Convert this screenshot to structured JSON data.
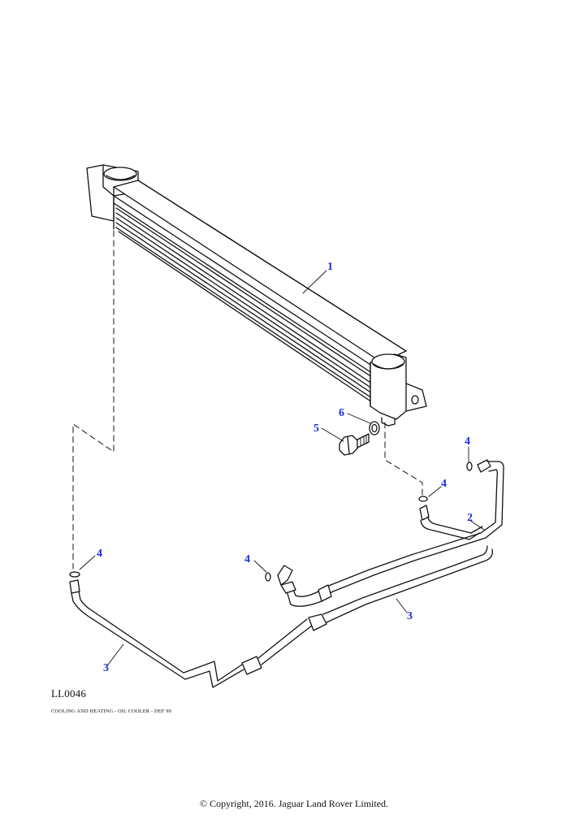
{
  "diagram": {
    "code": "LL0046",
    "caption": "COOLING AND HEATING - OIL COOLER - DEF 90",
    "copyright": "© Copyright, 2016. Jaguar Land Rover Limited.",
    "callouts": [
      "1",
      "2",
      "3",
      "3",
      "4",
      "4",
      "4",
      "4",
      "5",
      "6"
    ],
    "colors": {
      "line": "#111111",
      "callout": "#1b2fd6",
      "background": "#ffffff"
    }
  }
}
